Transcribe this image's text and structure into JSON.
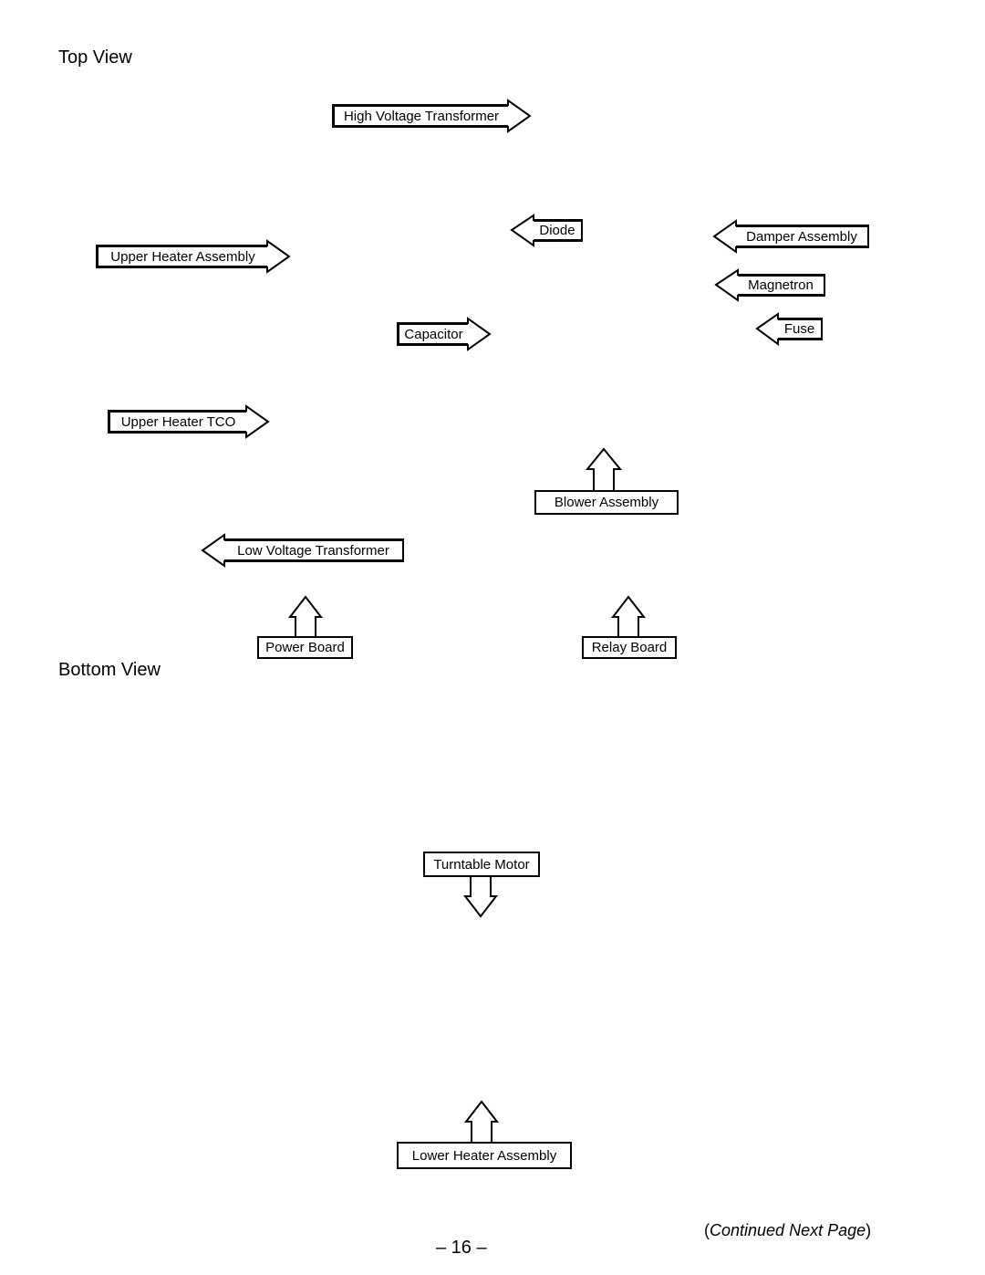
{
  "headings": {
    "top_view": "Top View",
    "bottom_view": "Bottom View"
  },
  "labels": {
    "high_voltage_transformer": "High Voltage Transformer",
    "diode": "Diode",
    "damper_assembly": "Damper Assembly",
    "upper_heater_assembly": "Upper Heater Assembly",
    "magnetron": "Magnetron",
    "capacitor": "Capacitor",
    "fuse": "Fuse",
    "upper_heater_tco": "Upper Heater TCO",
    "blower_assembly": "Blower Assembly",
    "low_voltage_transformer": "Low Voltage Transformer",
    "power_board": "Power Board",
    "relay_board": "Relay Board",
    "turntable_motor": "Turntable Motor",
    "lower_heater_assembly": "Lower Heater Assembly"
  },
  "footer": {
    "continued": "Continued Next Page",
    "page_number": "– 16 –"
  }
}
